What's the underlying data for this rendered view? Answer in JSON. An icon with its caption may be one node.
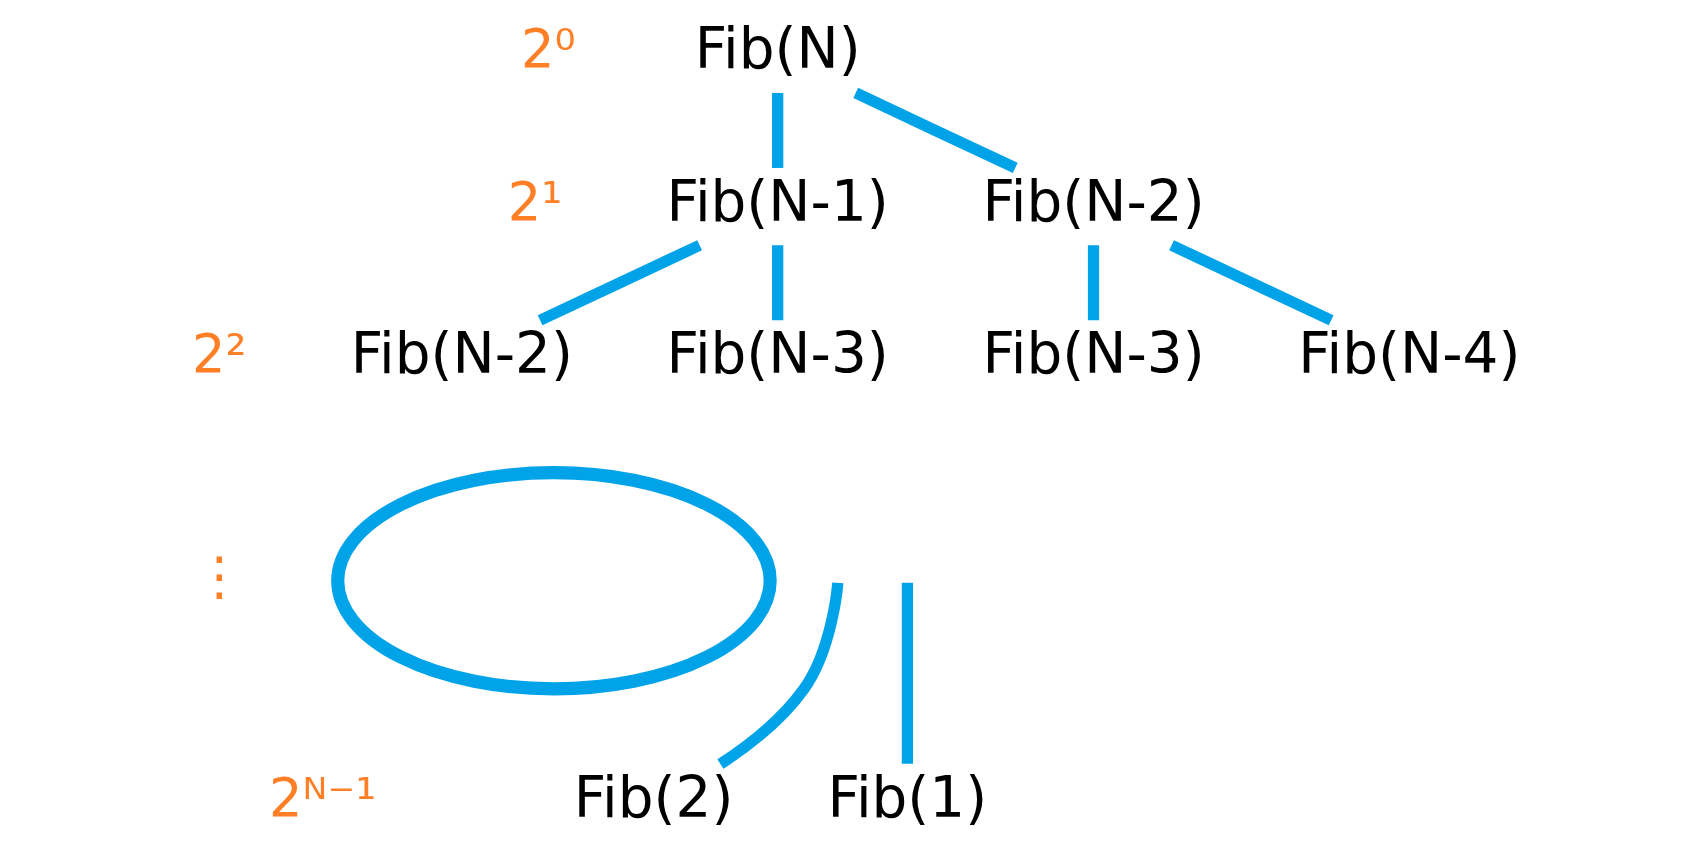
{
  "diagram": {
    "nodes": [
      {
        "text": [
          "Fib(N)"
        ]
      },
      {
        "text": [
          "Fib(N-1)"
        ]
      },
      {
        "text": [
          "Fib(N-2)"
        ]
      },
      {
        "text": [
          "Fib(N-2)"
        ]
      },
      {
        "text": [
          "Fib(N-3)"
        ]
      },
      {
        "text": [
          "Fib(N-3)"
        ]
      },
      {
        "text": [
          "Fib(N-4)"
        ]
      },
      {
        "text": [],
        "shape": "cloud"
      },
      {
        "text": [
          "Fib(2)"
        ]
      },
      {
        "text": [
          "Fib(1)"
        ]
      }
    ],
    "edges": [
      {
        "from": 0,
        "to": 1,
        "arrow": "none"
      },
      {
        "from": 0,
        "to": 2,
        "arrow": "none"
      },
      {
        "from": 1,
        "to": 3,
        "arrow": "none"
      },
      {
        "from": 1,
        "to": 4,
        "arrow": "none"
      },
      {
        "from": 2,
        "to": 5,
        "arrow": "none"
      },
      {
        "from": 2,
        "to": 6,
        "arrow": "none"
      },
      {
        "from": null,
        "to": 8,
        "arrow": "none"
      },
      {
        "from": null,
        "to": 9,
        "arrow": "none"
      }
    ],
    "labels": [
      "2⁰",
      "2¹",
      "2²",
      "⋮",
      "2ᴺ⁻¹"
    ]
  }
}
